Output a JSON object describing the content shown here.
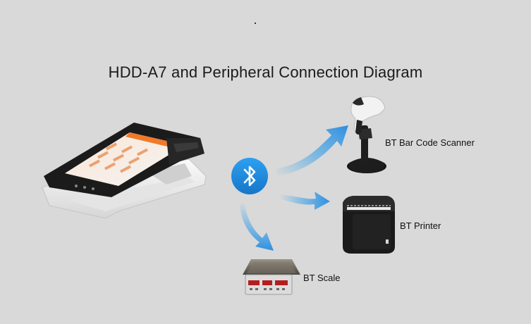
{
  "title": "HDD-A7 and Peripheral Connection Diagram",
  "peripherals": {
    "scanner": "BT Bar Code Scanner",
    "printer": "BT Printer",
    "scale": "BT Scale"
  },
  "icons": {
    "hub": "bluetooth-icon",
    "terminal": "pos-terminal-icon",
    "scanner": "barcode-scanner-icon",
    "printer": "receipt-printer-icon",
    "scale": "weighing-scale-icon"
  },
  "colors": {
    "background": "#d9d9d9",
    "bluetooth": "#1f8fe0",
    "arrow": "#3aa0ea",
    "device_dark": "#1b1b1b",
    "device_light": "#efefef"
  }
}
